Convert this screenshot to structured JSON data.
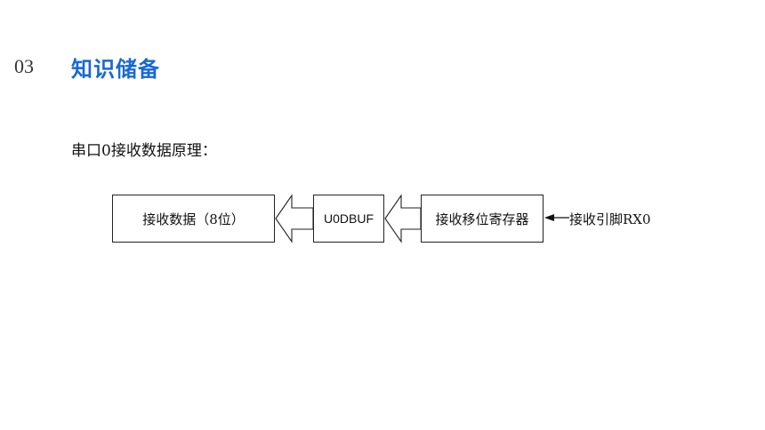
{
  "section": {
    "number": "03",
    "title": "知识储备"
  },
  "subtitle": "串口0接收数据原理：",
  "diagram": {
    "data_box": "接收数据（8位）",
    "buffer_box": "U0DBUF",
    "shift_register_box": "接收移位寄存器",
    "pin_label": "接收引脚RX0"
  },
  "colors": {
    "accent": "#1769d6",
    "stroke": "#222222"
  }
}
